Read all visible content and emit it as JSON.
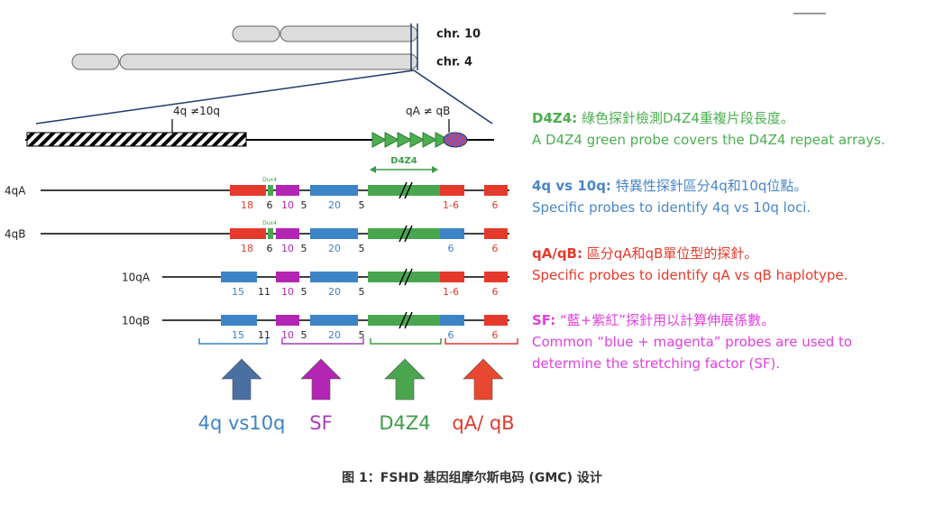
{
  "chromosomes": {
    "chr10_label": "chr. 10",
    "chr4_label": "chr. 4"
  },
  "locus": {
    "label_4q_10q": "4q ≠10q",
    "label_qa_qb": "qA ≠ qB"
  },
  "alleles": [
    {
      "name": "4qA",
      "nums": [
        "18",
        "6",
        "10",
        "5",
        "20",
        "5",
        "1-6",
        "6"
      ],
      "dux4": "Dux4"
    },
    {
      "name": "4qB",
      "nums": [
        "18",
        "6",
        "10",
        "5",
        "20",
        "5",
        "6",
        "6"
      ],
      "dux4": "Dux4"
    },
    {
      "name": "10qA",
      "nums": [
        "15",
        "11",
        "10",
        "5",
        "20",
        "5",
        "1-6",
        "6"
      ]
    },
    {
      "name": "10qB",
      "nums": [
        "15",
        "11",
        "10",
        "5",
        "20",
        "5",
        "6",
        "6"
      ]
    }
  ],
  "d4z4_span_label": "D4Z4",
  "groups": [
    {
      "label": "4q vs10q",
      "color": "#3c84c6",
      "arrow": "#4a6fa3"
    },
    {
      "label": "SF",
      "color": "#a63fb8",
      "arrow": "#b326b3"
    },
    {
      "label": "D4Z4",
      "color": "#3d9b48",
      "arrow": "#49a64f"
    },
    {
      "label": "qA/ qB",
      "color": "#e03a2e",
      "arrow": "#e7482f"
    }
  ],
  "legend": [
    {
      "head": "D4Z4:",
      "head_text": "綠色探針檢測D4Z4重複片段長度。",
      "sub": [
        "A D4Z4 green probe covers the D4Z4 repeat arrays."
      ],
      "color": "#4caf50"
    },
    {
      "head": "4q vs 10q:",
      "head_text": "特異性探針區分4q和10q位點。",
      "sub": [
        "Specific probes to identify 4q vs 10q loci."
      ],
      "color": "#4a86c8"
    },
    {
      "head": "qA/qB:",
      "head_text": "區分qA和qB單位型的探針。",
      "sub": [
        "Specific probes to identify qA vs qB haplotype."
      ],
      "color": "#e53a2b"
    },
    {
      "head": "SF:",
      "head_text": "“藍+紫紅”探針用以計算伸展係數。",
      "sub": [
        "Common “blue + magenta” probes are used to",
        "determine the stretching factor (SF)."
      ],
      "color": "#e040e0"
    }
  ],
  "caption": "图 1：FSHD 基因组摩尔斯电码 (GMC) 设计"
}
